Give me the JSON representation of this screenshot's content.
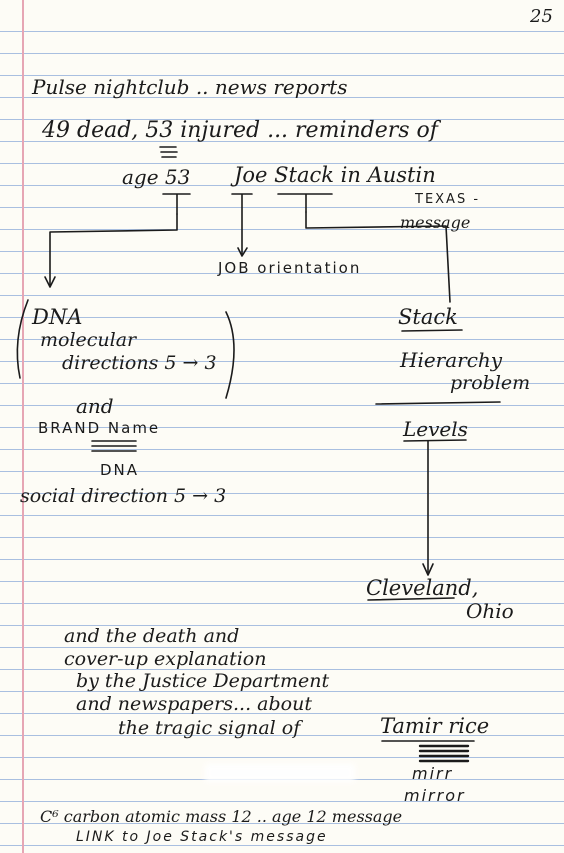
{
  "page_number": "25",
  "lines": {
    "l1": "Pulse nightclub .. news reports",
    "l2": "49 dead, 53 injured ... reminders of",
    "l3_age": "age 53",
    "l3_name": "Joe Stack in Austin",
    "l4": "TEXAS -",
    "l5": "message",
    "l6": "JOB orientation",
    "l7a": "DNA",
    "l7b": "molecular",
    "l7c": "directions 5 → 3",
    "l8": "Stack",
    "l9a": "Hierarchy",
    "l9b": "problem",
    "l10": "and",
    "l11": "BRAND Name",
    "l12": "Levels",
    "l13": "DNA",
    "l14": "social direction 5 → 3",
    "l15a": "Cleveland,",
    "l15b": "Ohio",
    "l16a": "and the death and",
    "l16b": "cover-up explanation",
    "l16c": "by the Justice Department",
    "l16d": "and newspapers... about",
    "l16e": "the tragic signal of",
    "l16f": "Tamir rice",
    "l17a": "mirr",
    "l17b": "mirror",
    "l18": "C⁶ carbon atomic mass 12 .. age 12 message",
    "l19": "LINK to Joe Stack's message"
  }
}
